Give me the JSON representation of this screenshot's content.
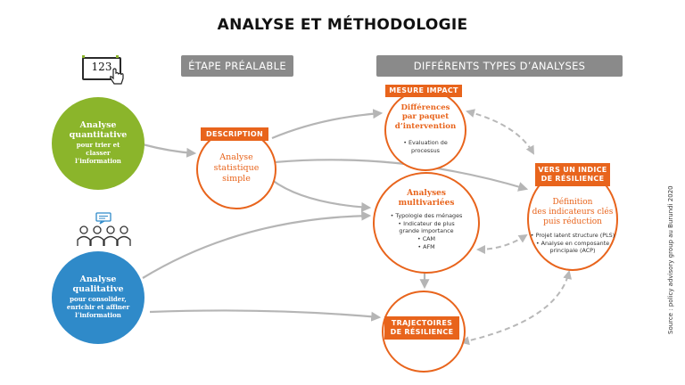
{
  "title": "ANALYSE ET MÉTHODOLOGIE",
  "headers": {
    "prealable": "ÉTAPE PRÉALABLE",
    "types": "DIFFÉRENTS TYPES D’ANALYSES"
  },
  "icon_123": {
    "text": "123",
    "icon": "hand-pointer-icon"
  },
  "quantitative": {
    "head1": "Analyse",
    "head2": "quantitative",
    "sub": "pour trier et classer l’information",
    "color": "#8bb52b"
  },
  "qualitative": {
    "head1": "Analyse",
    "head2": "qualitative",
    "sub": "pour consolider, enrichir et affiner l’information",
    "color": "#2f8ac9"
  },
  "description": {
    "badge": "DESCRIPTION",
    "line1": "Analyse",
    "line2": "statistique",
    "line3": "simple"
  },
  "mesure": {
    "badge": "MESURE IMPACT",
    "line1": "Différences",
    "line2": "par paquet",
    "line3": "d’intervention",
    "b1": "• Evaluation de",
    "b2": "processus"
  },
  "multivariees": {
    "line1": "Analyses",
    "line2": "multivariées",
    "b1": "• Typologie des ménages",
    "b2": "• Indicateur de plus",
    "b3": "grande importance",
    "b4": "• CAM",
    "b5": "• AFM"
  },
  "indice": {
    "badge1": "VERS UN INDICE",
    "badge2": "DE RÉSILIENCE",
    "line1": "Définition",
    "line2": "des indicateurs clés",
    "line3": "puis réduction",
    "b1": "• Projet latent structure (PLS)",
    "b2": "• Analyse en composante",
    "b3": "principale (ACP)"
  },
  "trajectoires": {
    "badge1": "TRAJECTOIRES",
    "badge2": "DE RÉSILIENCE"
  },
  "source": "Source : policy advisory group au Burundi 2020",
  "colors": {
    "orange": "#e8641c",
    "gray": "#8a8a8a",
    "arrow": "#b5b5b5",
    "dashed": "#b8b8b8"
  }
}
